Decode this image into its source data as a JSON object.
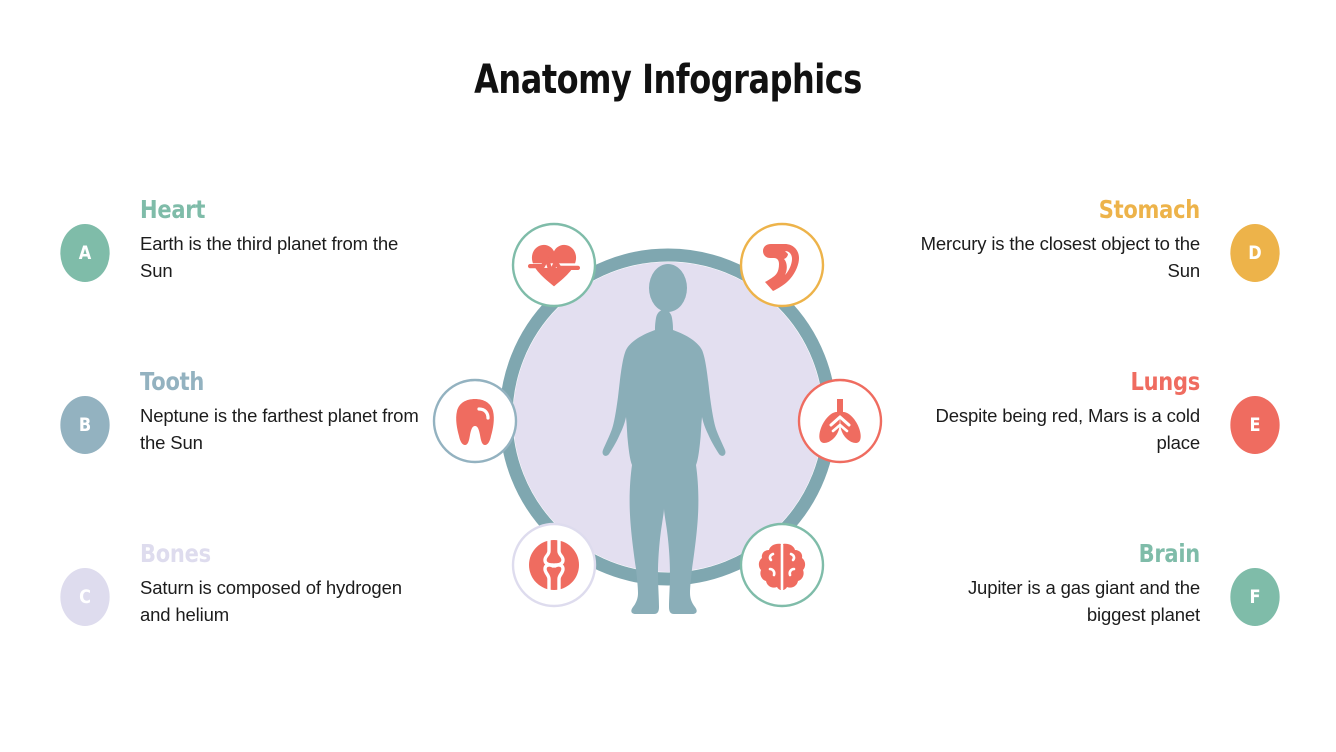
{
  "title": "Anatomy Infographics",
  "colors": {
    "sage_green": "#7FBCA9",
    "steel_blue": "#93B2C0",
    "pale_lavender": "#DEDCEE",
    "amber": "#EDB34A",
    "coral": "#EF6C60",
    "ring_teal": "#7FA7B0",
    "ring_fill": "#E3DFF0",
    "figure": "#8AAEB8",
    "body_text": "#1c1c1c",
    "icon_coral": "#EF6C60"
  },
  "left_items": [
    {
      "letter": "A",
      "title": "Heart",
      "desc": "Earth is the third planet from the Sun",
      "color": "#7FBCA9",
      "icon": "heart-pulse-icon"
    },
    {
      "letter": "B",
      "title": "Tooth",
      "desc": "Neptune is the farthest planet from the Sun",
      "color": "#93B2C0",
      "icon": "tooth-icon"
    },
    {
      "letter": "C",
      "title": "Bones",
      "desc": "Saturn is composed of hydrogen and helium",
      "color": "#DEDCEE",
      "icon": "bone-joint-icon"
    }
  ],
  "right_items": [
    {
      "letter": "D",
      "title": "Stomach",
      "desc": "Mercury is the closest object to the Sun",
      "color": "#EDB34A",
      "icon": "stomach-icon"
    },
    {
      "letter": "E",
      "title": "Lungs",
      "desc": "Despite being red, Mars is a cold place",
      "color": "#EF6C60",
      "icon": "lungs-icon"
    },
    {
      "letter": "F",
      "title": "Brain",
      "desc": "Jupiter is a gas giant and the biggest planet",
      "color": "#7FBCA9",
      "icon": "brain-icon"
    }
  ],
  "center": {
    "figure_label": "human-body-silhouette",
    "ring_label": "central-ring",
    "icons": [
      {
        "name": "heart-pulse-icon",
        "border": "#7FBCA9",
        "position": "top-left"
      },
      {
        "name": "stomach-icon",
        "border": "#EDB34A",
        "position": "top-right"
      },
      {
        "name": "tooth-icon",
        "border": "#93B2C0",
        "position": "left"
      },
      {
        "name": "lungs-icon",
        "border": "#EF6C60",
        "position": "right"
      },
      {
        "name": "bone-joint-icon",
        "border": "#DEDCEE",
        "position": "bottom-left"
      },
      {
        "name": "brain-icon",
        "border": "#7FBCA9",
        "position": "bottom-right"
      }
    ]
  }
}
